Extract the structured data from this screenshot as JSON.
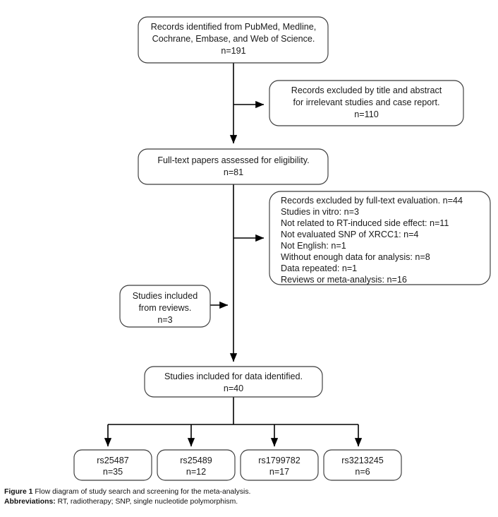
{
  "figure": {
    "caption_label": "Figure 1",
    "caption_text": "Flow diagram of study search and screening for the meta-analysis.",
    "abbreviations_label": "Abbreviations:",
    "abbreviations_text": "RT, radiotherapy; SNP, single nucleotide polymorphism.",
    "box_border_color": "#3a3a3a",
    "connector_color": "#000000",
    "background_color": "#ffffff"
  },
  "nodes": {
    "identified": {
      "name": "records-identified",
      "lines": [
        "Records identified from PubMed, Medline,",
        "Cochrane, Embase, and Web of Science.",
        "n=191"
      ],
      "count": "n=191"
    },
    "excluded_title_abstract": {
      "name": "records-excluded-title-abstract",
      "lines": [
        "Records excluded by title and abstract",
        "for irrelevant studies and case report.",
        "n=110"
      ],
      "count": "n=110"
    },
    "fulltext_assessed": {
      "name": "full-text-assessed",
      "lines": [
        "Full-text papers assessed for eligibility.",
        "n=81"
      ],
      "count": "n=81"
    },
    "excluded_fulltext": {
      "name": "records-excluded-full-text",
      "lines": [
        "Records excluded by full-text evaluation. n=44",
        "Studies in vitro: n=3",
        "Not related to RT-induced side effect: n=11",
        "Not evaluated SNP of XRCC1: n=4",
        "Not English: n=1",
        "Without enough data for analysis: n=8",
        "Data repeated: n=1",
        "Reviews or meta-analysis: n=16"
      ],
      "count": "n=44"
    },
    "from_reviews": {
      "name": "studies-from-reviews",
      "lines": [
        "Studies included",
        "from reviews.",
        "n=3"
      ],
      "count": "n=3"
    },
    "included_data": {
      "name": "studies-included-data",
      "lines": [
        "Studies included for data identified.",
        "n=40"
      ],
      "count": "n=40"
    }
  },
  "snp_boxes": [
    {
      "name": "snp-rs25487",
      "id": "rs25487",
      "count": "n=35"
    },
    {
      "name": "snp-rs25489",
      "id": "rs25489",
      "count": "n=12"
    },
    {
      "name": "snp-rs1799782",
      "id": "rs1799782",
      "count": "n=17"
    },
    {
      "name": "snp-rs3213245",
      "id": "rs3213245",
      "count": "n=6"
    }
  ],
  "chart_data": {
    "type": "diagram",
    "title": "Flow diagram of study search and screening for the meta-analysis.",
    "stages": [
      {
        "stage": "Records identified (PubMed, Medline, Cochrane, Embase, Web of Science)",
        "n": 191
      },
      {
        "stage": "Records excluded by title and abstract for irrelevant studies and case report",
        "n": 110
      },
      {
        "stage": "Full-text papers assessed for eligibility",
        "n": 81
      },
      {
        "stage": "Records excluded by full-text evaluation",
        "n": 44
      },
      {
        "stage": "Studies included from reviews",
        "n": 3
      },
      {
        "stage": "Studies included for data identified",
        "n": 40
      }
    ],
    "fulltext_exclusion_reasons": [
      {
        "reason": "Studies in vitro",
        "n": 3
      },
      {
        "reason": "Not related to RT-induced side effect",
        "n": 11
      },
      {
        "reason": "Not evaluated SNP of XRCC1",
        "n": 4
      },
      {
        "reason": "Not English",
        "n": 1
      },
      {
        "reason": "Without enough data for analysis",
        "n": 8
      },
      {
        "reason": "Data repeated",
        "n": 1
      },
      {
        "reason": "Reviews or meta-analysis",
        "n": 16
      }
    ],
    "snp_split": [
      {
        "snp": "rs25487",
        "n": 35
      },
      {
        "snp": "rs25489",
        "n": 12
      },
      {
        "snp": "rs1799782",
        "n": 17
      },
      {
        "snp": "rs3213245",
        "n": 6
      }
    ]
  }
}
